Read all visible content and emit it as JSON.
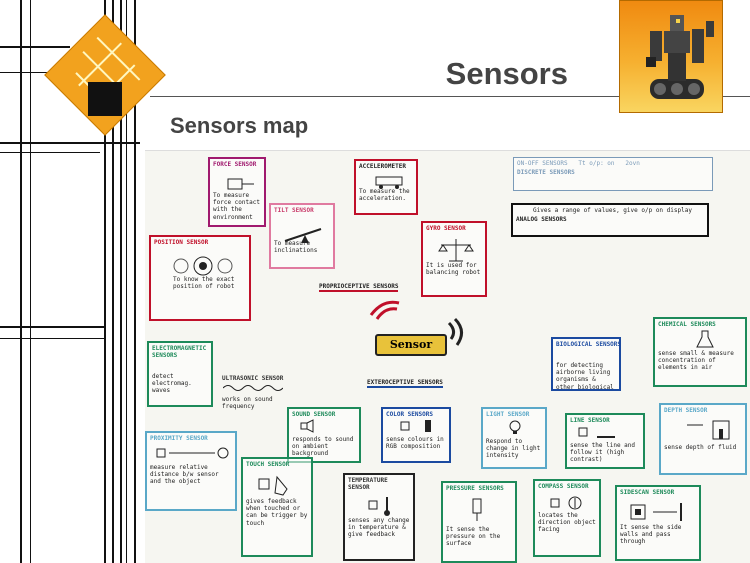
{
  "slide": {
    "title": "Sensors",
    "subtitle": "Sensors map"
  },
  "colors": {
    "title_text": "#444444",
    "accent_orange": "#f2a21e",
    "board_bg": "#f6f6f1"
  },
  "map": {
    "center_label": "Sensor",
    "proprioceptive_label": "PROPRIOCEPTIVE SENSORS",
    "exteroceptive_label": "EXTEROCEPTIVE SENSORS",
    "legend": {
      "discrete_label": "DISCRETE SENSORS",
      "analog_label": "ANALOG SENSORS",
      "analog_desc": "Gives a range of values, give o/p on display"
    },
    "boxes": [
      {
        "key": "force",
        "title": "FORCE SENSOR",
        "desc": "To measure force contact with the environment",
        "color": "#a0196e"
      },
      {
        "key": "accel",
        "title": "ACCELEROMETER",
        "desc": "To measure the acceleration.",
        "color": "#c0102a"
      },
      {
        "key": "tilt",
        "title": "TILT SENSOR",
        "desc": "To measure inclinations",
        "color": "#c93a6a"
      },
      {
        "key": "gyro",
        "title": "GYRO SENSOR",
        "desc": "It is used for balancing robot",
        "color": "#c0102a"
      },
      {
        "key": "position",
        "title": "POSITION SENSOR",
        "desc": "To know the exact position of robot",
        "color": "#c0102a"
      },
      {
        "key": "biological",
        "title": "BIOLOGICAL SENSORS",
        "desc": "for detecting airborne living organisms & other biological factor",
        "color": "#1b4aa0"
      },
      {
        "key": "chemical",
        "title": "CHEMICAL SENSORS",
        "desc": "sense small & measure concentration of elements in air",
        "color": "#1d8a5a"
      },
      {
        "key": "electromagnetic",
        "title": "ELECTROMAGNETIC SENSORS",
        "desc": "detect electromag. waves",
        "color": "#1d8a5a"
      },
      {
        "key": "ultrasonic",
        "title": "ULTRASONIC SENSOR",
        "desc": "works on sound frequency",
        "color": "#333333"
      },
      {
        "key": "sound",
        "title": "SOUND SENSOR",
        "desc": "responds to sound on ambient background",
        "color": "#1d8a5a"
      },
      {
        "key": "color",
        "title": "COLOR SENSORS",
        "desc": "sense colours in RGB composition",
        "color": "#1b4aa0"
      },
      {
        "key": "light",
        "title": "LIGHT SENSOR",
        "desc": "Respond to change in light intensity",
        "color": "#5aa8c8"
      },
      {
        "key": "line",
        "title": "LINE SENSOR",
        "desc": "sense the line and follow it (high contrast)",
        "color": "#1d8a5a"
      },
      {
        "key": "depth",
        "title": "DEPTH SENSOR",
        "desc": "sense depth of fluid",
        "color": "#5aa8c8"
      },
      {
        "key": "proximity",
        "title": "PROXIMITY SENSOR",
        "desc": "measure relative distance b/w sensor and the object",
        "color": "#5aa8c8"
      },
      {
        "key": "touch",
        "title": "TOUCH SENSOR",
        "desc": "gives feedback when touched or can be trigger by touch",
        "color": "#1d8a5a"
      },
      {
        "key": "temperature",
        "title": "TEMPERATURE SENSOR",
        "desc": "senses any change in temperature & give feedback",
        "color": "#333333"
      },
      {
        "key": "pressure",
        "title": "PRESSURE SENSORS",
        "desc": "It sense the pressure on the surface",
        "color": "#1d8a5a"
      },
      {
        "key": "compass",
        "title": "COMPASS SENSOR",
        "desc": "locates the direction object facing",
        "color": "#1d8a5a"
      },
      {
        "key": "sidescan",
        "title": "SIDESCAN SENSOR",
        "desc": "It sense the side walls and pass through",
        "color": "#1d8a5a"
      }
    ]
  }
}
